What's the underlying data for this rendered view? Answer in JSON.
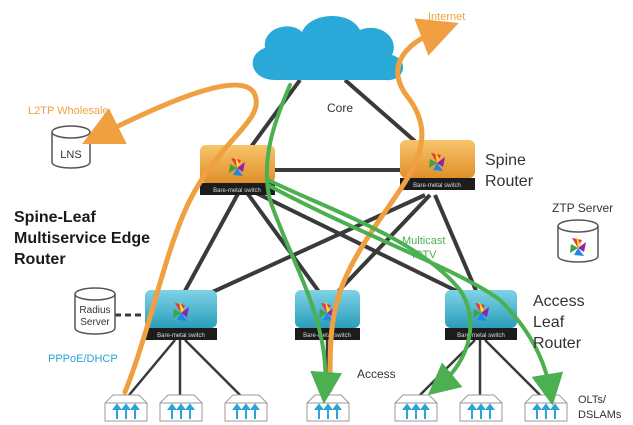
{
  "diagram": {
    "title_lines": [
      "Spine-Leaf",
      "Multiservice Edge",
      "Router"
    ],
    "core_label": "Core",
    "internet_label": "Internet",
    "l2tp_label": "L2TP Wholesale",
    "lns_label": "LNS",
    "spine_label_lines": [
      "Spine",
      "Router"
    ],
    "access_leaf_label_lines": [
      "Access",
      "Leaf",
      "Router"
    ],
    "ztp_label": "ZTP Server",
    "radius_label_lines": [
      "Radius",
      "Server"
    ],
    "multicast_label_lines": [
      "Multicast",
      "IPTV"
    ],
    "pppoe_label": "PPPoE/DHCP",
    "access_label": "Access",
    "olts_label_lines": [
      "OLTs/",
      "DSLAMs"
    ],
    "switch_label": "Bare-metal switch",
    "colors": {
      "cloud": "#2aa8d8",
      "spine_orange": "#f0a53a",
      "leaf_teal": "#3bb6cf",
      "service_orange": "#f0a040",
      "multicast_green": "#4caf50",
      "link_dark": "#3a3a3a",
      "title_dark": "#1a1a1a"
    },
    "icons": [
      "cloud-icon",
      "database-icon",
      "switch-icon",
      "olt-icon",
      "arrow-icon"
    ]
  }
}
